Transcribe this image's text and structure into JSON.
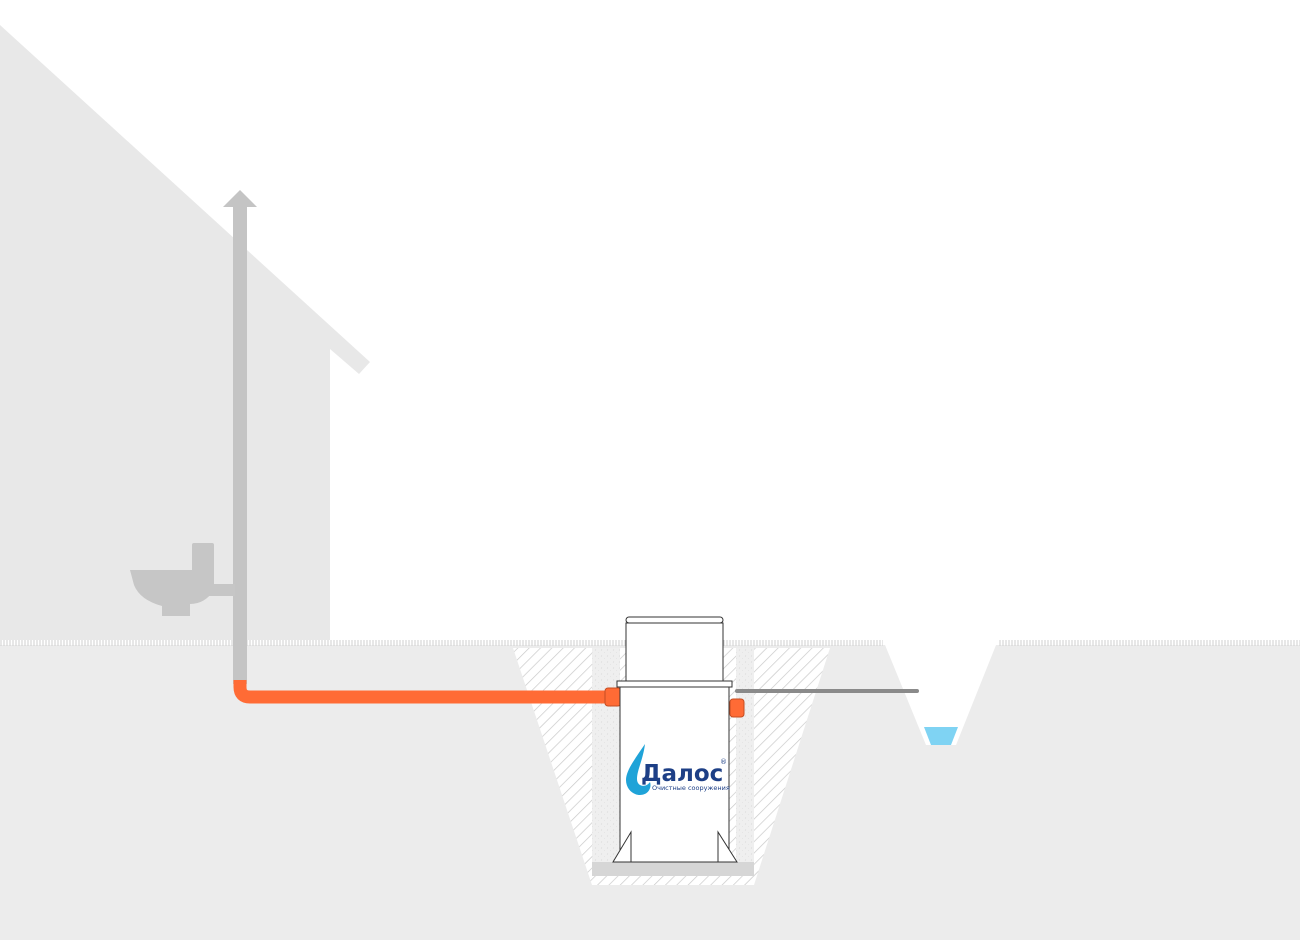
{
  "scene": {
    "description_type": "septic-installation-schematic"
  },
  "brand": {
    "name": "Далос",
    "registered_mark": "®",
    "tagline": "Очистные сооружения"
  },
  "colors": {
    "sky": "#ffffff",
    "ground": "#ececec",
    "house": "#e7e7e7",
    "vent_pipe": "#c4c4c4",
    "sewer_pipe": "#ff6b35",
    "outlet_pipe": "#8a8a8a",
    "water": "#7fd3f3",
    "tank": "#ffffff",
    "hatch": "#c8c8c8",
    "brand_blue": "#1d3f86",
    "brand_cyan": "#1fa3d8"
  },
  "icons": {
    "toilet": "toilet-icon",
    "vent_arrow": "arrow-up-icon",
    "logo_drop": "water-drop-icon"
  }
}
